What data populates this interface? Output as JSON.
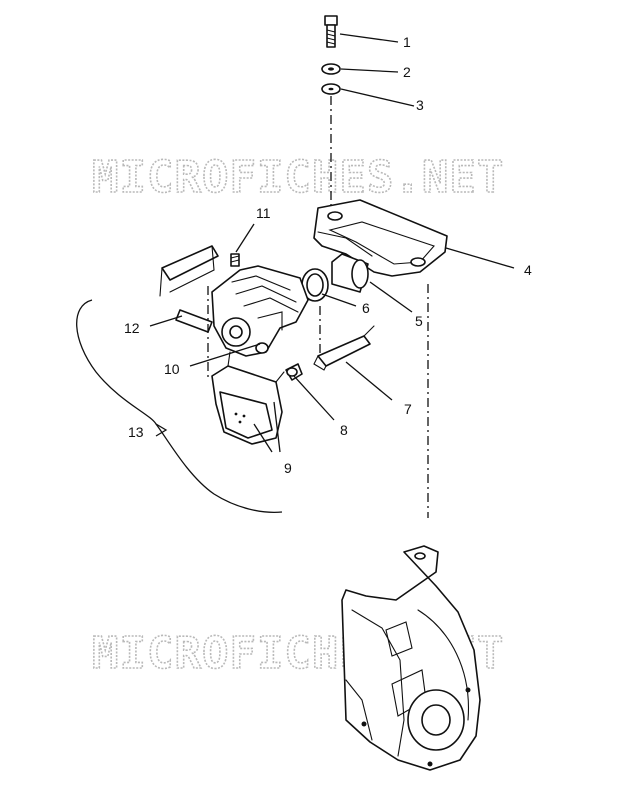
{
  "watermarks": [
    "MICROFICHES.NET",
    "MICROFICHES.NET"
  ],
  "callouts": [
    "1",
    "2",
    "3",
    "4",
    "5",
    "6",
    "7",
    "8",
    "9",
    "10",
    "11",
    "12",
    "13"
  ]
}
